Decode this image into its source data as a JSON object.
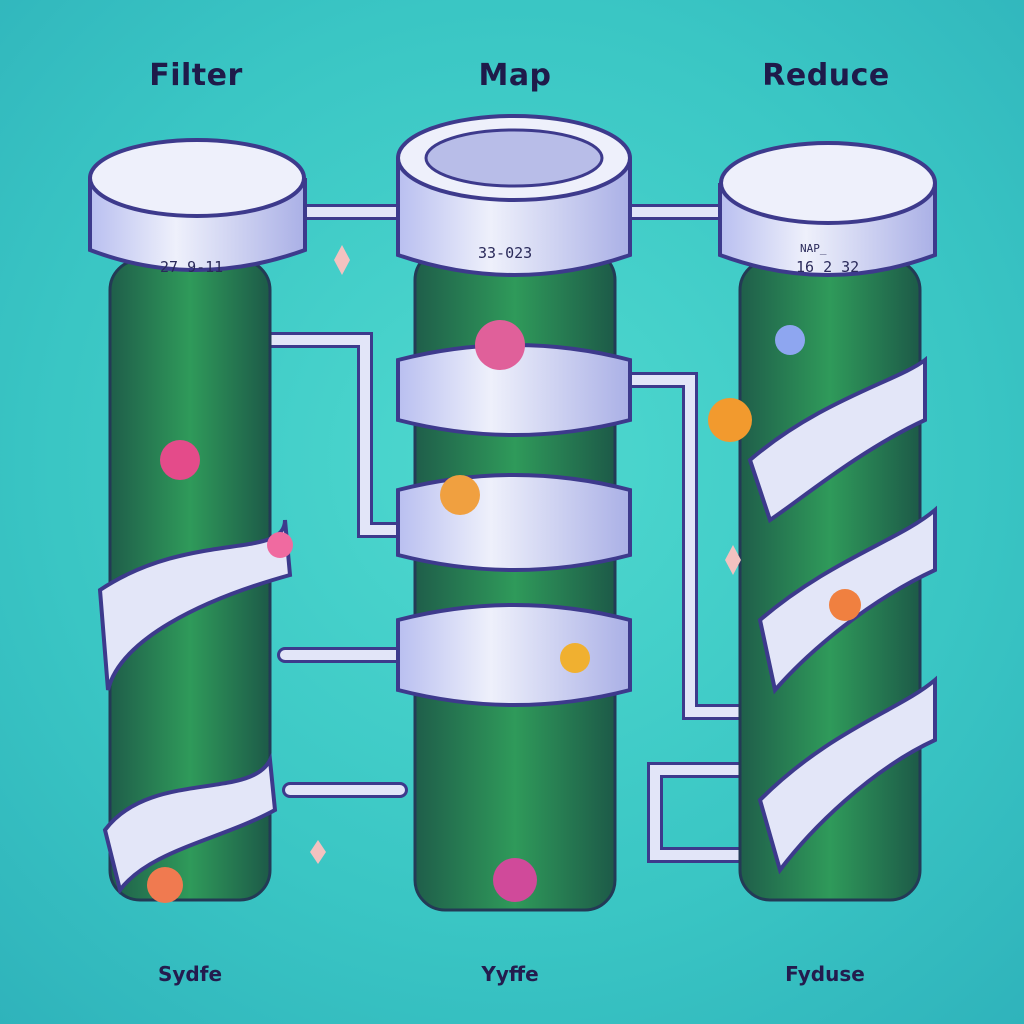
{
  "titles": {
    "filter": "Filter",
    "map": "Map",
    "reduce": "Reduce"
  },
  "cylinder_labels": {
    "filter": "27 9-11",
    "map": "33-023",
    "reduce_top": "NAP_",
    "reduce": "16 2 32"
  },
  "footers": {
    "filter": "Sydfe",
    "map": "Yyffe",
    "reduce": "Fyduse"
  },
  "colors": {
    "background": "#3fcdc6",
    "cylinder": "#dfe3f7",
    "outline": "#3d3a8c",
    "vine": "#2f8f5a",
    "text": "#1f1b4a"
  }
}
